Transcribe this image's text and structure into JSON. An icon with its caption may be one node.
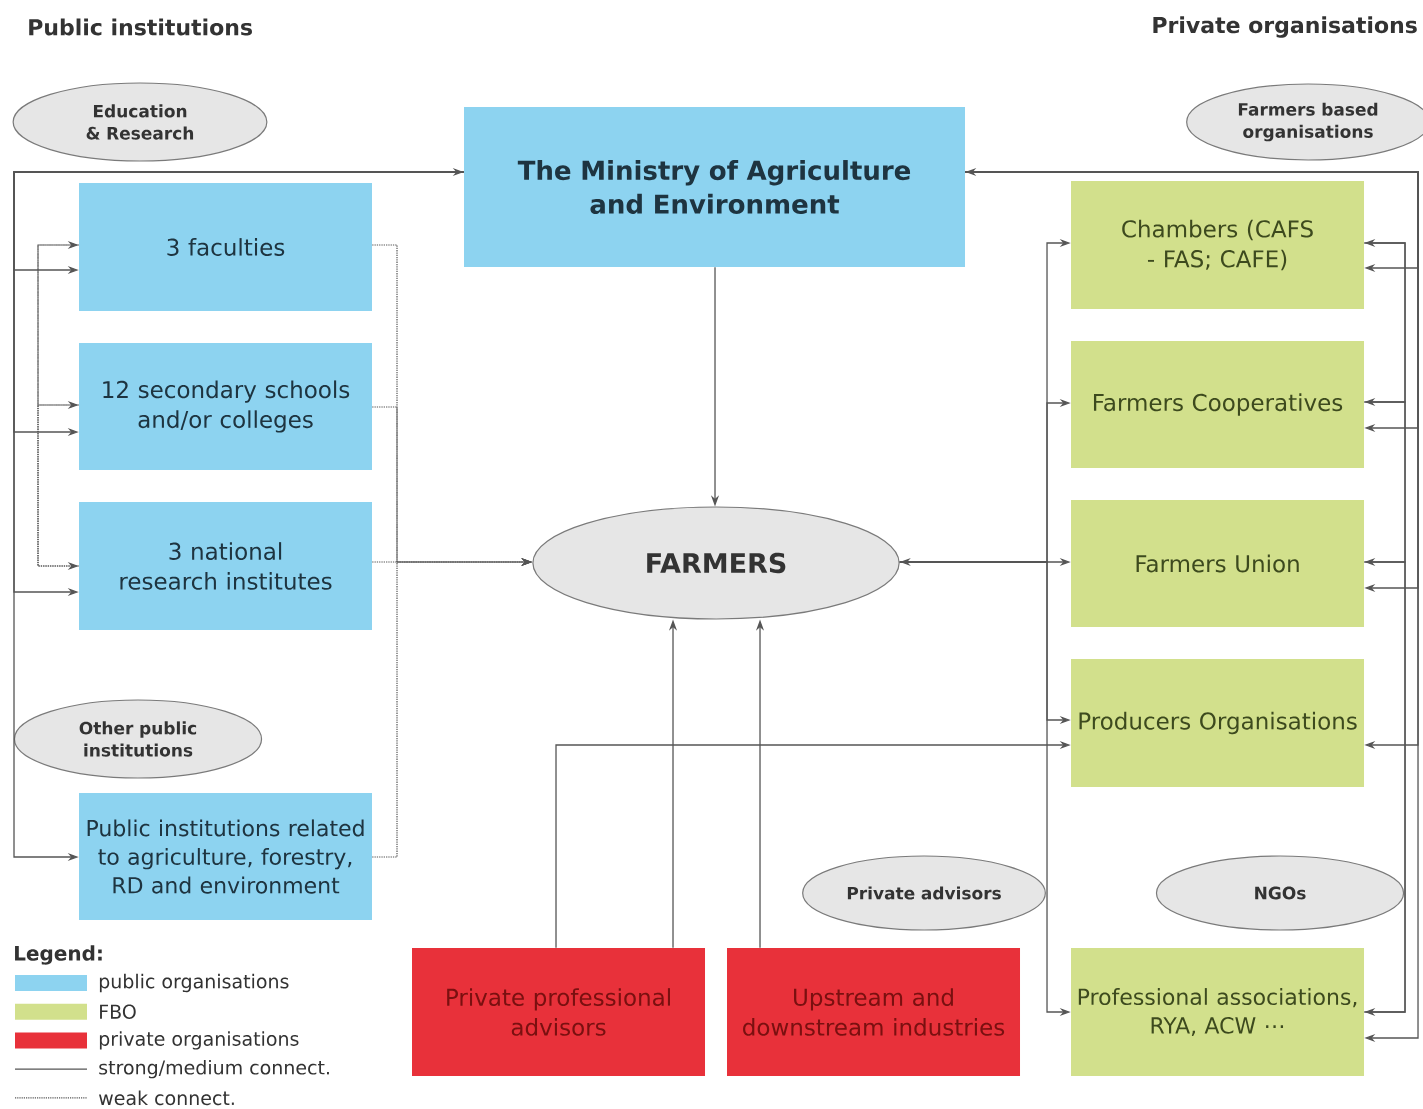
{
  "diagram": {
    "nodes": [
      {
        "text": [
          "Education & Research"
        ]
      },
      {
        "text": [
          "The Ministry of Agriculture and Environment"
        ]
      },
      {
        "text": [
          "Farmers based organisations"
        ]
      },
      {
        "text": [
          "3 faculties"
        ]
      },
      {
        "text": [
          "12 secondary schools and/or colleges"
        ]
      },
      {
        "text": [
          "3 national research institutes"
        ]
      },
      {
        "text": [
          "FARMERS"
        ]
      },
      {
        "text": [
          "Chambers (CAFS - FAS; CAFE)"
        ]
      },
      {
        "text": [
          "Farmers Cooperatives"
        ]
      },
      {
        "text": [
          "Farmers Union"
        ]
      },
      {
        "text": [
          "Other public institutions"
        ]
      },
      {
        "text": [
          "Public institutions related to agriculture, forestry, RD and environment"
        ]
      },
      {
        "text": [
          "Producers Organisations"
        ]
      },
      {
        "text": [
          "Private advisors"
        ]
      },
      {
        "text": [
          "NGOs"
        ]
      },
      {
        "text": [
          "Private professional advisors"
        ]
      },
      {
        "text": [
          "Upstream and downstream industries"
        ]
      },
      {
        "text": [
          "Professional associations, RYA, ACW ⋯"
        ]
      }
    ],
    "edges": [
      {
        "from": 1,
        "to": 6,
        "arrow": "to"
      },
      {
        "from": 1,
        "to": 3,
        "arrow": "to"
      },
      {
        "from": 1,
        "to": 4,
        "arrow": "to"
      },
      {
        "from": 1,
        "to": 5,
        "arrow": "to"
      },
      {
        "from": 1,
        "to": 11,
        "arrow": "to"
      },
      {
        "from": 3,
        "to": 4,
        "arrow": "to",
        "style": "dashed"
      },
      {
        "from": 4,
        "to": 5,
        "arrow": "to",
        "style": "dashed"
      },
      {
        "from": 5,
        "to": 3,
        "arrow": "to",
        "style": "dashed"
      },
      {
        "from": 3,
        "to": 6,
        "arrow": "to",
        "style": "dashed"
      },
      {
        "from": 4,
        "to": 6,
        "arrow": "to",
        "style": "dashed"
      },
      {
        "from": 5,
        "to": 6,
        "arrow": "to",
        "style": "dashed"
      },
      {
        "from": 11,
        "to": 6,
        "arrow": "to",
        "style": "dashed"
      },
      {
        "from": 6,
        "to": 9,
        "arrow": "both"
      },
      {
        "from": 6,
        "to": 7,
        "arrow": "to"
      },
      {
        "from": 6,
        "to": 8,
        "arrow": "to"
      },
      {
        "from": 6,
        "to": 12,
        "arrow": "to"
      },
      {
        "from": 6,
        "to": 17,
        "arrow": "to"
      },
      {
        "from": 1,
        "to": 7,
        "arrow": "to"
      },
      {
        "from": 1,
        "to": 8,
        "arrow": "to"
      },
      {
        "from": 1,
        "to": 9,
        "arrow": "to"
      },
      {
        "from": 1,
        "to": 12,
        "arrow": "to"
      },
      {
        "from": 1,
        "to": 17,
        "arrow": "to"
      },
      {
        "from": 7,
        "to": 8,
        "arrow": "to"
      },
      {
        "from": 8,
        "to": 9,
        "arrow": "to"
      },
      {
        "from": 9,
        "to": 17,
        "arrow": "to"
      },
      {
        "from": 17,
        "to": 7,
        "arrow": "to"
      },
      {
        "from": null,
        "to": 1,
        "arrow": "to"
      },
      {
        "from": null,
        "to": 1,
        "arrow": "to"
      },
      {
        "from": 15,
        "to": 6,
        "arrow": "to"
      },
      {
        "from": 16,
        "to": 6,
        "arrow": "to"
      },
      {
        "from": 15,
        "to": 12,
        "arrow": "to"
      }
    ],
    "labels": [
      "Public institutions",
      "Private organisations",
      "Legend:"
    ],
    "legend": [
      {
        "text": "public organisations",
        "color": "#8dd3f0"
      },
      {
        "text": "FBO",
        "color": "#d2e08c"
      },
      {
        "text": "private organisations",
        "color": "#e8313a"
      },
      {
        "text": "strong/medium connect."
      },
      {
        "text": "weak connect."
      }
    ]
  }
}
